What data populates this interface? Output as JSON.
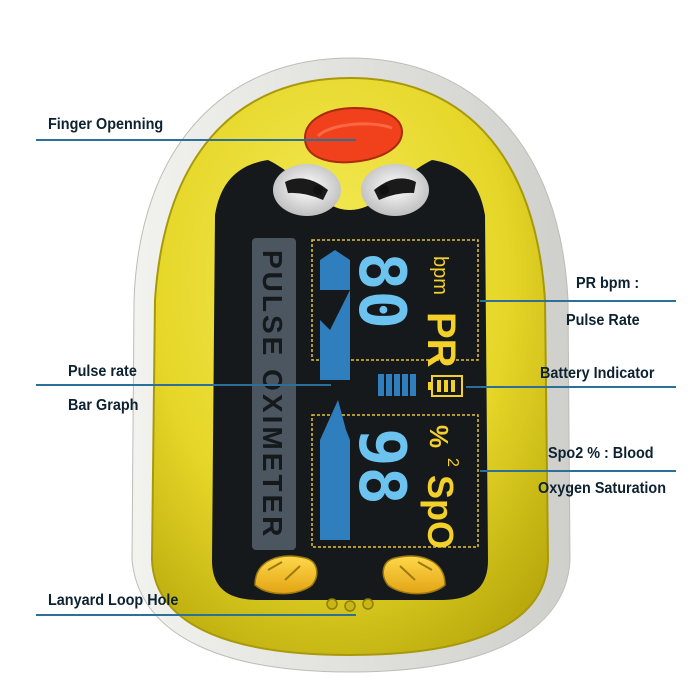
{
  "labels": {
    "finger_opening": "Finger Openning",
    "pulse_rate_line1": "Pulse rate",
    "pulse_rate_line2": "Bar Graph",
    "lanyard": "Lanyard  Loop Hole",
    "pr_line1": "PR bpm :",
    "pr_line2": "Pulse Rate",
    "battery": "Battery Indicator",
    "spo2_line1": "Spo2 % : Blood",
    "spo2_line2": "Oxygen Saturation"
  },
  "device": {
    "brand_text": "PULSE OXIMETER",
    "pr_value": "80",
    "pr_label": "PR",
    "pr_unit": "bpm",
    "spo2_value": "98",
    "spo2_label": "SpO",
    "spo2_sub": "2",
    "spo2_unit": "%",
    "battery_level": 1.0
  },
  "colors": {
    "body_yellow": "#e9dc2a",
    "body_shade": "#c9bb10",
    "beak": "#f0401c",
    "screen": "#15191c",
    "digits_pr": "#6cc3ef",
    "digits_spo2": "#6cc3ef",
    "label_yellow": "#f3d02a",
    "pulse_wave": "#2f7fbf",
    "leader_line": "#2c6f99"
  }
}
